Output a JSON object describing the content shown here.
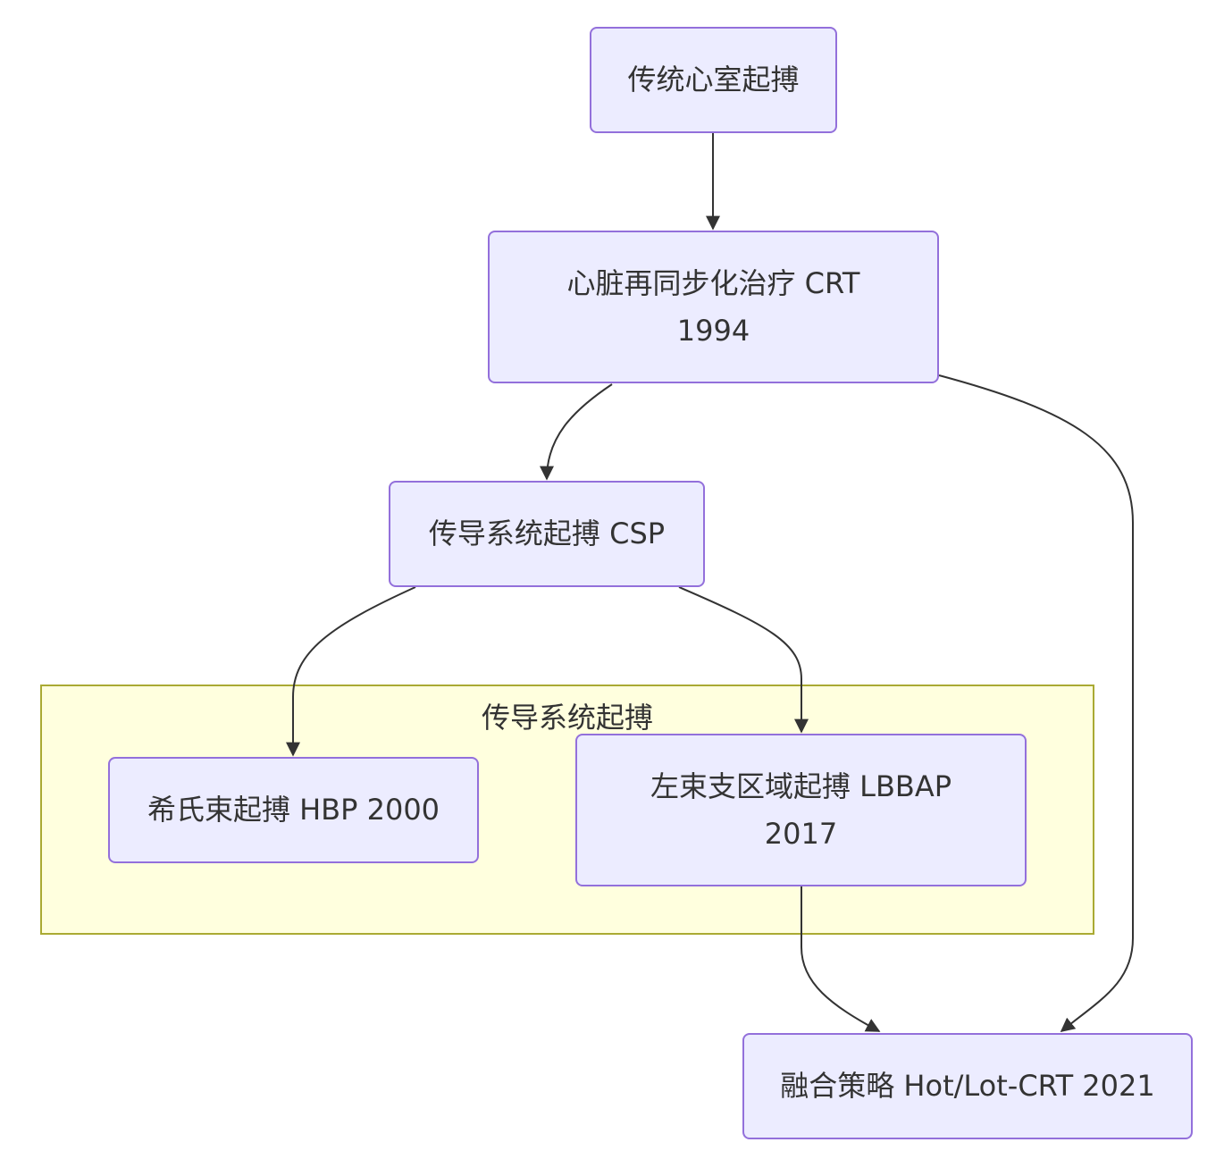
{
  "colors": {
    "node_fill": "#ececff",
    "node_border": "#9370db",
    "cluster_fill": "#ffffde",
    "cluster_border": "#aaaa33",
    "edge": "#333333",
    "text": "#333333"
  },
  "nodes": {
    "traditional": {
      "label": "传统心室起搏"
    },
    "crt": {
      "line1": "心脏再同步化治疗 CRT",
      "line2": "1994"
    },
    "csp": {
      "label": "传导系统起搏 CSP"
    },
    "hbp": {
      "label": "希氏束起搏 HBP 2000"
    },
    "lbbap": {
      "line1": "左束支区域起搏 LBBAP",
      "line2": "2017"
    },
    "fusion": {
      "label": "融合策略 Hot/Lot-CRT 2021"
    }
  },
  "cluster": {
    "title": "传导系统起搏"
  },
  "edges": [
    {
      "from": "traditional",
      "to": "crt"
    },
    {
      "from": "crt",
      "to": "csp"
    },
    {
      "from": "crt",
      "to": "fusion"
    },
    {
      "from": "csp",
      "to": "hbp"
    },
    {
      "from": "csp",
      "to": "lbbap"
    },
    {
      "from": "lbbap",
      "to": "fusion"
    }
  ]
}
